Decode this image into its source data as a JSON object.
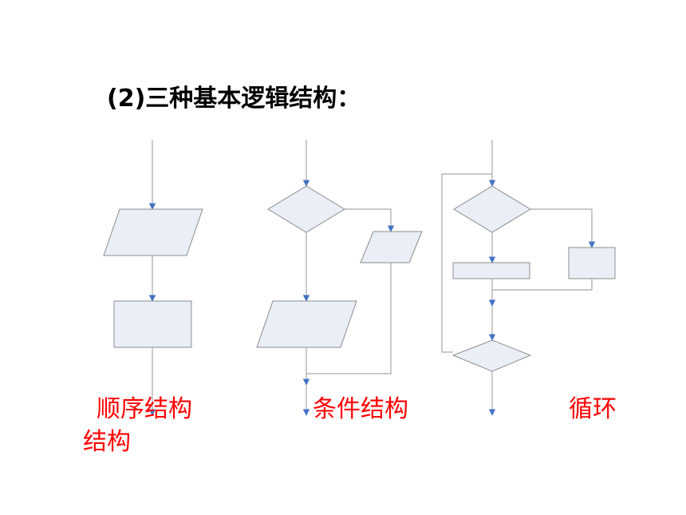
{
  "title": "(2)三种基本逻辑结构：",
  "captions": {
    "sequence": "顺序结构",
    "sequence_wrap": "结构",
    "condition": "条件结构",
    "loop": "循环"
  },
  "colors": {
    "shape_fill": "#e9eef7",
    "shape_stroke": "#8c8c8c",
    "line": "#a8a8a8",
    "arrow": "#4472c4",
    "caption": "#ff0000"
  }
}
